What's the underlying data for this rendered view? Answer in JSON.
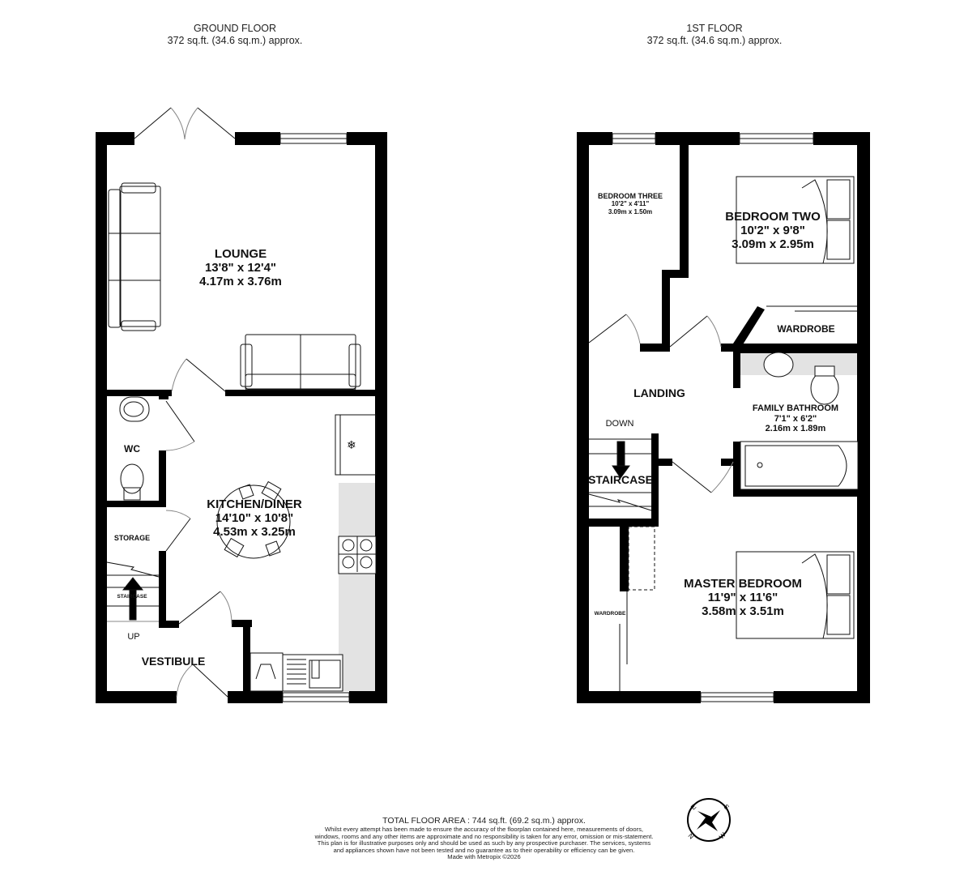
{
  "floors": [
    {
      "id": "ground",
      "title": "GROUND FLOOR",
      "area": "372 sq.ft. (34.6 sq.m.) approx.",
      "rooms": [
        {
          "name": "LOUNGE",
          "imperial": "13'8\"  x 12'4\"",
          "metric": "4.17m  x 3.76m"
        },
        {
          "name": "KITCHEN/DINER",
          "imperial": "14'10\"  x 10'8\"",
          "metric": "4.53m  x 3.25m"
        },
        {
          "name": "WC"
        },
        {
          "name": "STORAGE"
        },
        {
          "name": "STAIRCASE"
        },
        {
          "name": "VESTIBULE"
        }
      ],
      "stair_direction": "UP"
    },
    {
      "id": "first",
      "title": "1ST FLOOR",
      "area": "372 sq.ft. (34.6 sq.m.) approx.",
      "rooms": [
        {
          "name": "BEDROOM THREE",
          "imperial": "10'2\"  x 4'11\"",
          "metric": "3.09m  x 1.50m"
        },
        {
          "name": "BEDROOM TWO",
          "imperial": "10'2\"  x 9'8\"",
          "metric": "3.09m  x 2.95m"
        },
        {
          "name": "WARDROBE"
        },
        {
          "name": "LANDING"
        },
        {
          "name": "FAMILY BATHROOM",
          "imperial": "7'1\"  x 6'2\"",
          "metric": "2.16m  x 1.89m"
        },
        {
          "name": "STAIRCASE"
        },
        {
          "name": "MASTER BEDROOM",
          "imperial": "11'9\"  x 11'6\"",
          "metric": "3.58m  x 3.51m"
        },
        {
          "name": "WARDROBE"
        }
      ],
      "stair_direction": "DOWN"
    }
  ],
  "footer": {
    "total_area": "TOTAL FLOOR AREA : 744 sq.ft. (69.2 sq.m.) approx.",
    "disclaimer": "Whilst every attempt has been made to ensure the accuracy of the floorplan contained here, measurements of doors, windows, rooms and any other items are approximate and no responsibility is taken for any error, omission or mis-statement. This plan is for illustrative purposes only and should be used as such by any prospective purchaser. The services, systems and appliances shown have not been tested and no guarantee as to their operability or efficiency can be given.",
    "credit": "Made with Metropix ©2026"
  },
  "compass": {
    "labels": [
      "N",
      "E",
      "S",
      "W"
    ]
  },
  "colors": {
    "wall": "#000000",
    "fixture_fill": "#e3e3e3",
    "line": "#111111"
  }
}
